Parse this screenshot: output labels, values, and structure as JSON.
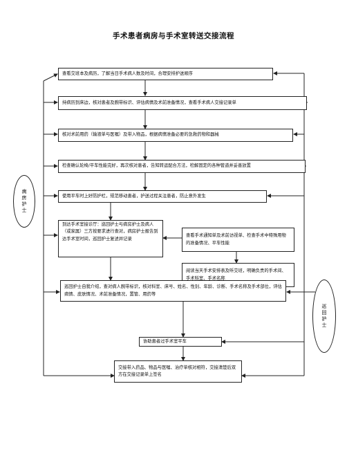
{
  "title": "手术患者病房与手术室转送交接流程",
  "roles": {
    "ward_nurse": "病房护士",
    "circulating_nurse": "巡回护士"
  },
  "steps": [
    "查看交班本及病历，了解当日手术病人数及时间，合理安排护送顺序",
    "持病历到床边，核对患者及腕带标识、评估病情及术前准备情况，查看手术病人交接记录单",
    "核对术前用药（输液单与医嘱）及带入物品，根据病情准备必要的急救药物和器械",
    "检查确认轮椅/平车性能完好，再次核对患者，告知转运配合方法，检解固定的各种管道并妥善放置",
    "使用平车时上好防护栏，规范移动患者，护送过程关注患者，防止意外发生",
    "到达手术室接诊厅：巡回护士与病房护士及病人（或家属）三方按要求进行查对，病房护士报告到达手术室时间，巡回护士复述并记录",
    "查看手术通知单及术前访视单、检查手术中特殊用物的准备情况、平车性能",
    "阅读当天手术安排表及听交班，明确负责的手术间、手术科室、手术名称",
    "巡回护士自我介绍，查对病人腕带标识，核对科室、床号、姓名、性别、年龄、诊断、手术名称及手术部位，评估病情、皮肤情况、术前准备情况，置管、用药等",
    "协助患者过手术室平车",
    "交接带入药品、物品与医嘱、治疗单核对相符，交接清楚后双方在交接记录单上签名"
  ]
}
